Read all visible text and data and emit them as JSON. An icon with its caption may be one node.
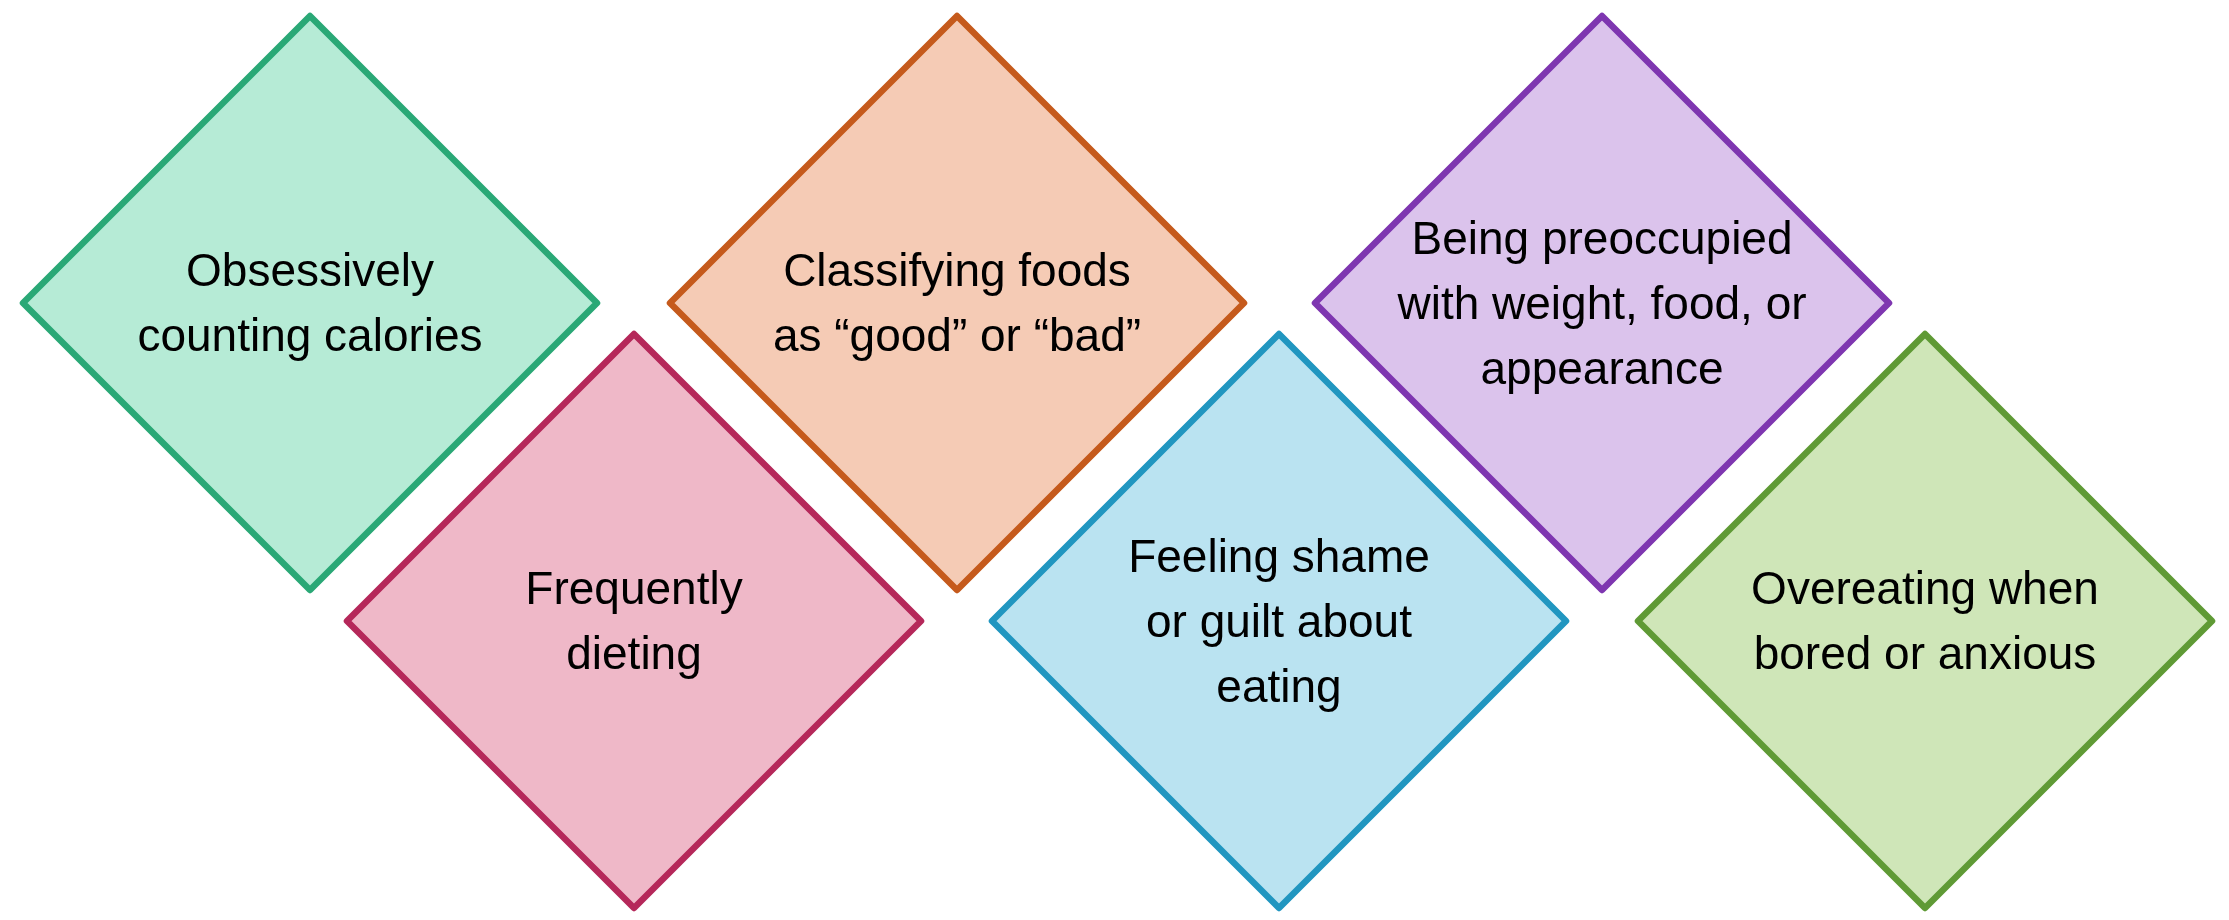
{
  "diagram": {
    "nodes": [
      {
        "text": [
          "Obsessively counting calories"
        ]
      },
      {
        "text": [
          "Frequently dieting"
        ]
      },
      {
        "text": [
          "Classifying foods as “good” or “bad”"
        ]
      },
      {
        "text": [
          "Feeling shame or guilt about eating"
        ]
      },
      {
        "text": [
          "Being preoccupied with weight, food, or appearance"
        ]
      },
      {
        "text": [
          "Overeating when bored or anxious"
        ]
      }
    ],
    "edges": []
  }
}
